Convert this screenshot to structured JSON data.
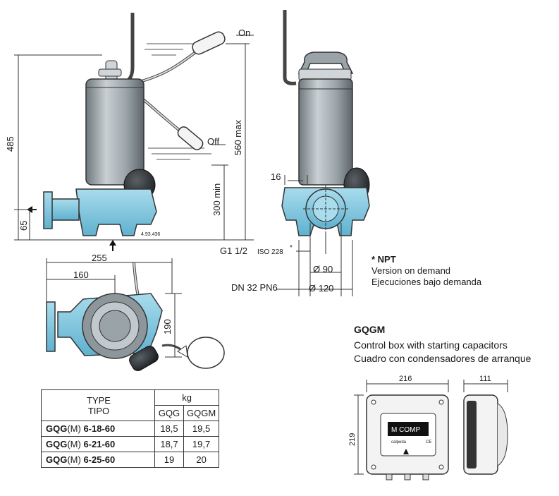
{
  "labels": {
    "on": "On",
    "off": "Off",
    "h485": "485",
    "h65": "65",
    "h300": "300 min",
    "h560": "560 max",
    "part": "4.93.436",
    "d16": "16",
    "g112": "G1 1/2",
    "iso": "ISO 228",
    "star": "*",
    "d90": "Ø 90",
    "dn": "DN 32 PN6",
    "d120": "Ø 120",
    "d255": "255",
    "d160": "160",
    "d190": "190",
    "d216": "216",
    "d111": "111",
    "d219": "219",
    "brand": "M COMP",
    "maker": "calpeda",
    "ce": "CE"
  },
  "npt": {
    "title": "* NPT",
    "line1": "Version on demand",
    "line2": "Ejecuciones bajo demanda"
  },
  "gqgm": {
    "title": "GQGM",
    "line1": "Control box with starting capacitors",
    "line2": "Cuadro con condensadores de arranque"
  },
  "table": {
    "head_type": "TYPE",
    "head_tipo": "TIPO",
    "head_kg": "kg",
    "col1": "GQG",
    "col2": "GQGM",
    "rows": [
      {
        "a": "GQG",
        "b": "(M) ",
        "c": "6-18-60",
        "w1": "18,5",
        "w2": "19,5"
      },
      {
        "a": "GQG",
        "b": "(M) ",
        "c": "6-21-60",
        "w1": "18,7",
        "w2": "19,7"
      },
      {
        "a": "GQG",
        "b": "(M) ",
        "c": "6-25-60",
        "w1": "19",
        "w2": "20"
      }
    ]
  },
  "colors": {
    "pump_body": "#9aa3a8",
    "base": "#7fc4dc",
    "float": "#2e3235"
  }
}
